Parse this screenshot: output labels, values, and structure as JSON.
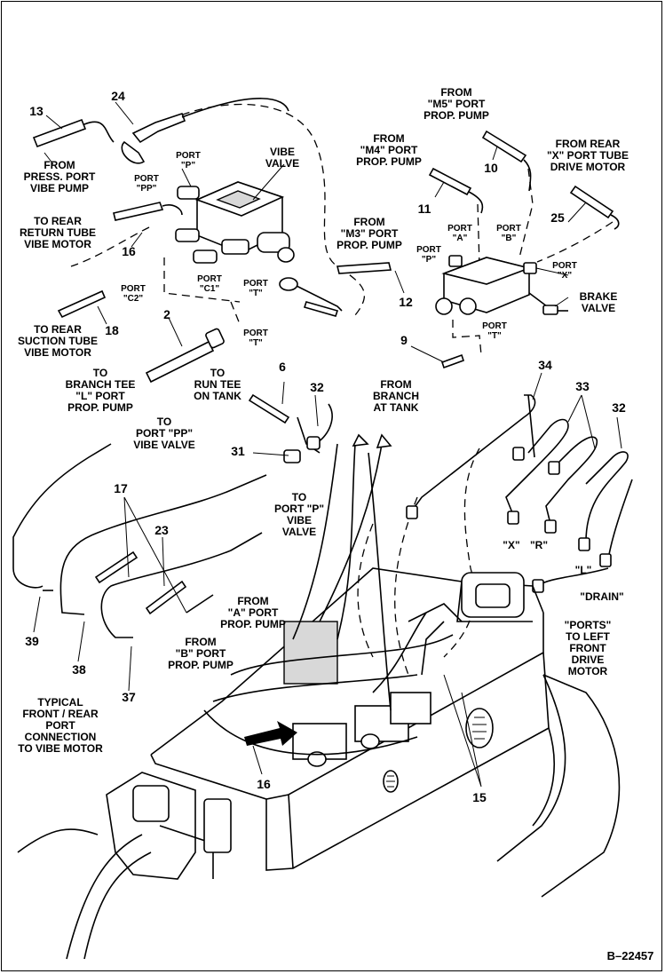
{
  "figure_id": "B–22457",
  "labels": {
    "from_press_port": "FROM\nPRESS. PORT\nVIBE PUMP",
    "to_rear_return": "TO REAR\nRETURN TUBE\nVIBE MOTOR",
    "to_rear_suction": "TO REAR\nSUCTION TUBE\nVIBE MOTOR",
    "to_branch_tee_l": "TO\nBRANCH TEE\n\"L\" PORT\nPROP. PUMP",
    "to_run_tee": "TO\nRUN TEE\nON TANK",
    "to_port_pp": "TO\nPORT \"PP\"\nVIBE VALVE",
    "to_port_p_vibe": "TO\nPORT \"P\"\nVIBE\nVALVE",
    "from_a_port": "FROM\n\"A\" PORT\nPROP. PUMP",
    "from_b_port": "FROM\n\"B\" PORT\nPROP. PUMP",
    "typical_front_rear": "TYPICAL\nFRONT / REAR\nPORT\nCONNECTION\nTO VIBE MOTOR",
    "vibe_valve": "VIBE\nVALVE",
    "from_m5": "FROM\n\"M5\" PORT\nPROP. PUMP",
    "from_m4": "FROM\n\"M4\" PORT\nPROP. PUMP",
    "from_rear_x": "FROM REAR\n\"X\" PORT TUBE\nDRIVE MOTOR",
    "from_m3": "FROM\n\"M3\" PORT\nPROP. PUMP",
    "from_branch_at_tank": "FROM\nBRANCH\nAT TANK",
    "brake_valve": "BRAKE\nVALVE",
    "ports_left_front": "\"PORTS\"\nTO LEFT\nFRONT\nDRIVE\nMOTOR",
    "port_p": "PORT\n\"P\"",
    "port_pp": "PORT\n\"PP\"",
    "port_c1": "PORT\n\"C1\"",
    "port_c2": "PORT\n\"C2\"",
    "port_t_valve": "PORT\n\"T\"",
    "port_t_tube": "PORT\n\"T\"",
    "port_a": "PORT\n\"A\"",
    "port_b": "PORT\n\"B\"",
    "port_p_brake": "PORT\n\"P\"",
    "port_x": "PORT\n\"X\"",
    "port_t_brake": "PORT\n\"T\"",
    "x_tag": "\"X\"",
    "r_tag": "\"R\"",
    "l_tag": "\"L\"",
    "drain_tag": "\"DRAIN\""
  },
  "callouts": {
    "n13": "13",
    "n24": "24",
    "n16a": "16",
    "n18": "18",
    "n2": "2",
    "n6": "6",
    "n32a": "32",
    "n31": "31",
    "n17": "17",
    "n23": "23",
    "n39": "39",
    "n38": "38",
    "n37": "37",
    "n16b": "16",
    "n10": "10",
    "n11": "11",
    "n25": "25",
    "n12": "12",
    "n9": "9",
    "n34": "34",
    "n33": "33",
    "n32b": "32",
    "n15": "15"
  }
}
